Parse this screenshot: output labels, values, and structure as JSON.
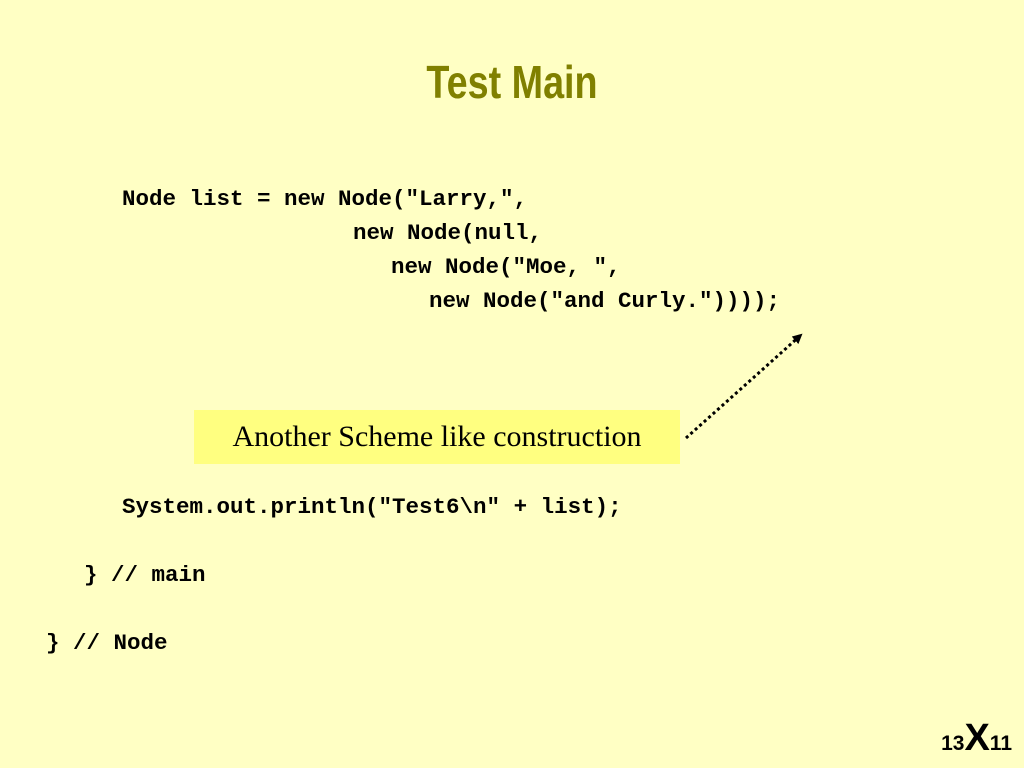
{
  "slide": {
    "title": "Test Main",
    "code_lines": [
      "Node list = new Node(\"Larry,\",",
      "new Node(null,",
      "new Node(\"Moe, \",",
      "new Node(\"and Curly.\"))));",
      "System.out.println(\"Test6\\n\" + list);",
      "} // main",
      "} // Node"
    ],
    "callout_text": "Another Scheme like construction",
    "footer": {
      "prefix": "13",
      "mark": "X",
      "suffix": "11"
    }
  },
  "colors": {
    "background": "#FFFFC4",
    "title": "#808000",
    "callout_background": "#FFFF80"
  }
}
